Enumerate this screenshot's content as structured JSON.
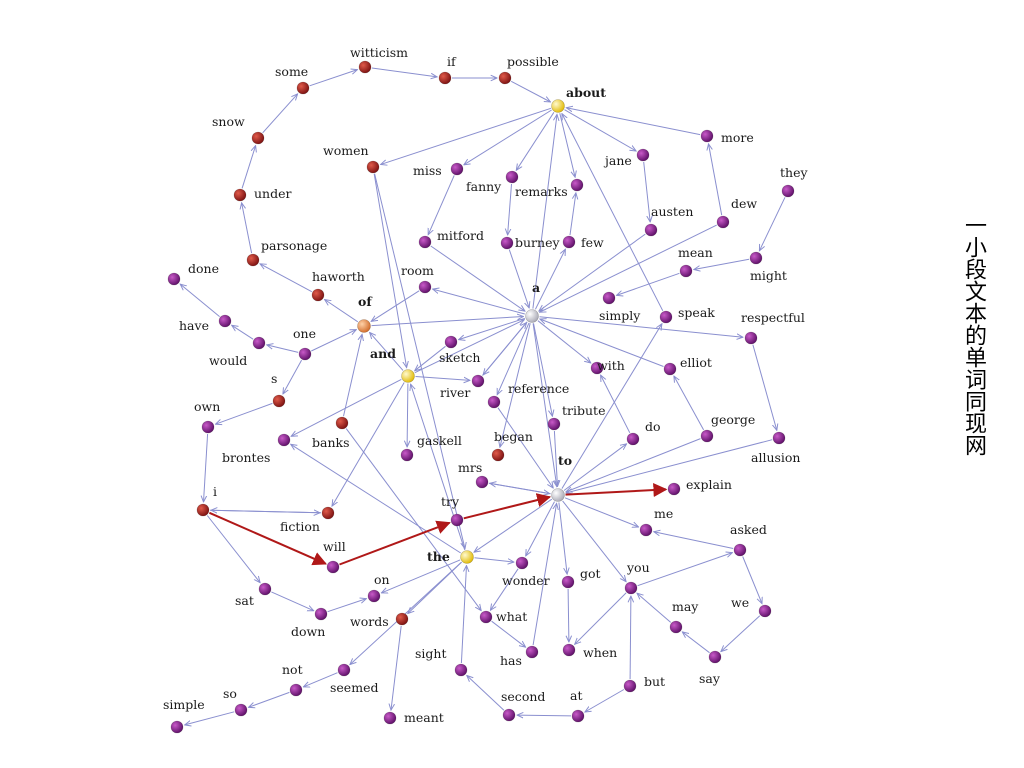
{
  "title": "一小段文本的单词同现网",
  "colors": {
    "edge": "#8a8fcf",
    "edge_highlight": "#b01818",
    "word": "#8a1f8a",
    "name_word": "#a02020",
    "hub_yellow": "#f2d21b",
    "hub_white": "#e8e8ec",
    "hub_orange": "#e8955a"
  },
  "nodes": [
    {
      "id": "witticism",
      "label": "witticism",
      "type": "name"
    },
    {
      "id": "if",
      "label": "if",
      "type": "name"
    },
    {
      "id": "possible",
      "label": "possible",
      "type": "name"
    },
    {
      "id": "about",
      "label": "about",
      "type": "hub_yellow",
      "bold": true
    },
    {
      "id": "some",
      "label": "some",
      "type": "name"
    },
    {
      "id": "snow",
      "label": "snow",
      "type": "name"
    },
    {
      "id": "under",
      "label": "under",
      "type": "name"
    },
    {
      "id": "parsonage",
      "label": "parsonage",
      "type": "name"
    },
    {
      "id": "haworth",
      "label": "haworth",
      "type": "name"
    },
    {
      "id": "women",
      "label": "women",
      "type": "name"
    },
    {
      "id": "miss",
      "label": "miss",
      "type": "word"
    },
    {
      "id": "fanny",
      "label": "fanny",
      "type": "word"
    },
    {
      "id": "remarks",
      "label": "remarks",
      "type": "word"
    },
    {
      "id": "jane",
      "label": "jane",
      "type": "word"
    },
    {
      "id": "more",
      "label": "more",
      "type": "word"
    },
    {
      "id": "they",
      "label": "they",
      "type": "word"
    },
    {
      "id": "dew",
      "label": "dew",
      "type": "word"
    },
    {
      "id": "austen",
      "label": "austen",
      "type": "word"
    },
    {
      "id": "mean",
      "label": "mean",
      "type": "word"
    },
    {
      "id": "might",
      "label": "might",
      "type": "word"
    },
    {
      "id": "mitford",
      "label": "mitford",
      "type": "word"
    },
    {
      "id": "burney",
      "label": "burney",
      "type": "word"
    },
    {
      "id": "few",
      "label": "few",
      "type": "word"
    },
    {
      "id": "done",
      "label": "done",
      "type": "word"
    },
    {
      "id": "room",
      "label": "room",
      "type": "word"
    },
    {
      "id": "a",
      "label": "a",
      "type": "hub_white",
      "bold": true
    },
    {
      "id": "simply",
      "label": "simply",
      "type": "word"
    },
    {
      "id": "speak",
      "label": "speak",
      "type": "word"
    },
    {
      "id": "respectful",
      "label": "respectful",
      "type": "word"
    },
    {
      "id": "of",
      "label": "of",
      "type": "hub_orange",
      "bold": true
    },
    {
      "id": "have",
      "label": "have",
      "type": "word"
    },
    {
      "id": "would",
      "label": "would",
      "type": "word"
    },
    {
      "id": "one",
      "label": "one",
      "type": "word"
    },
    {
      "id": "and",
      "label": "and",
      "type": "hub_yellow",
      "bold": true
    },
    {
      "id": "sketch",
      "label": "sketch",
      "type": "word"
    },
    {
      "id": "river",
      "label": "river",
      "type": "word"
    },
    {
      "id": "with",
      "label": "with",
      "type": "word"
    },
    {
      "id": "elliot",
      "label": "elliot",
      "type": "word"
    },
    {
      "id": "s",
      "label": "s",
      "type": "name"
    },
    {
      "id": "reference",
      "label": "reference",
      "type": "word"
    },
    {
      "id": "tribute",
      "label": "tribute",
      "type": "word"
    },
    {
      "id": "own",
      "label": "own",
      "type": "word"
    },
    {
      "id": "banks",
      "label": "banks",
      "type": "name"
    },
    {
      "id": "brontes",
      "label": "brontes",
      "type": "word"
    },
    {
      "id": "gaskell",
      "label": "gaskell",
      "type": "word"
    },
    {
      "id": "began",
      "label": "began",
      "type": "name"
    },
    {
      "id": "do",
      "label": "do",
      "type": "word"
    },
    {
      "id": "george",
      "label": "george",
      "type": "word"
    },
    {
      "id": "allusion",
      "label": "allusion",
      "type": "word"
    },
    {
      "id": "mrs",
      "label": "mrs",
      "type": "word"
    },
    {
      "id": "to",
      "label": "to",
      "type": "hub_white",
      "bold": true
    },
    {
      "id": "explain",
      "label": "explain",
      "type": "word"
    },
    {
      "id": "i",
      "label": "i",
      "type": "name"
    },
    {
      "id": "try",
      "label": "try",
      "type": "word"
    },
    {
      "id": "fiction",
      "label": "fiction",
      "type": "name"
    },
    {
      "id": "me",
      "label": "me",
      "type": "word"
    },
    {
      "id": "asked",
      "label": "asked",
      "type": "word"
    },
    {
      "id": "will",
      "label": "will",
      "type": "word"
    },
    {
      "id": "the",
      "label": "the",
      "type": "hub_yellow",
      "bold": true
    },
    {
      "id": "wonder",
      "label": "wonder",
      "type": "word"
    },
    {
      "id": "got",
      "label": "got",
      "type": "word"
    },
    {
      "id": "you",
      "label": "you",
      "type": "word"
    },
    {
      "id": "sat",
      "label": "sat",
      "type": "word"
    },
    {
      "id": "on",
      "label": "on",
      "type": "word"
    },
    {
      "id": "may",
      "label": "may",
      "type": "word"
    },
    {
      "id": "we",
      "label": "we",
      "type": "word"
    },
    {
      "id": "down",
      "label": "down",
      "type": "word"
    },
    {
      "id": "words",
      "label": "words",
      "type": "name"
    },
    {
      "id": "what",
      "label": "what",
      "type": "word"
    },
    {
      "id": "when",
      "label": "when",
      "type": "word"
    },
    {
      "id": "say",
      "label": "say",
      "type": "word"
    },
    {
      "id": "not",
      "label": "not",
      "type": "word"
    },
    {
      "id": "sight",
      "label": "sight",
      "type": "word"
    },
    {
      "id": "has",
      "label": "has",
      "type": "word"
    },
    {
      "id": "seemed",
      "label": "seemed",
      "type": "word"
    },
    {
      "id": "but",
      "label": "but",
      "type": "word"
    },
    {
      "id": "so",
      "label": "so",
      "type": "word"
    },
    {
      "id": "second",
      "label": "second",
      "type": "word"
    },
    {
      "id": "at",
      "label": "at",
      "type": "word"
    },
    {
      "id": "simple",
      "label": "simple",
      "type": "word"
    },
    {
      "id": "meant",
      "label": "meant",
      "type": "word"
    }
  ],
  "edges": [
    [
      "witticism",
      "if"
    ],
    [
      "if",
      "possible"
    ],
    [
      "possible",
      "about"
    ],
    [
      "some",
      "witticism"
    ],
    [
      "snow",
      "some"
    ],
    [
      "under",
      "snow"
    ],
    [
      "parsonage",
      "under"
    ],
    [
      "haworth",
      "parsonage"
    ],
    [
      "of",
      "haworth"
    ],
    [
      "about",
      "women"
    ],
    [
      "about",
      "miss"
    ],
    [
      "about",
      "fanny"
    ],
    [
      "about",
      "remarks"
    ],
    [
      "about",
      "jane"
    ],
    [
      "more",
      "about"
    ],
    [
      "jane",
      "austen"
    ],
    [
      "dew",
      "more"
    ],
    [
      "they",
      "might"
    ],
    [
      "might",
      "mean"
    ],
    [
      "mean",
      "simply"
    ],
    [
      "miss",
      "mitford"
    ],
    [
      "fanny",
      "burney"
    ],
    [
      "few",
      "remarks"
    ],
    [
      "a",
      "few"
    ],
    [
      "a",
      "room"
    ],
    [
      "a",
      "about"
    ],
    [
      "austen",
      "a"
    ],
    [
      "dew",
      "a"
    ],
    [
      "a",
      "respectful"
    ],
    [
      "respectful",
      "allusion"
    ],
    [
      "allusion",
      "to"
    ],
    [
      "speak",
      "about"
    ],
    [
      "to",
      "speak"
    ],
    [
      "a",
      "sketch"
    ],
    [
      "a",
      "river"
    ],
    [
      "a",
      "reference"
    ],
    [
      "a",
      "tribute"
    ],
    [
      "a",
      "with"
    ],
    [
      "elliot",
      "a"
    ],
    [
      "and",
      "a"
    ],
    [
      "room",
      "of"
    ],
    [
      "of",
      "a"
    ],
    [
      "one",
      "of"
    ],
    [
      "would",
      "have"
    ],
    [
      "have",
      "done"
    ],
    [
      "one",
      "would"
    ],
    [
      "one",
      "s"
    ],
    [
      "s",
      "own"
    ],
    [
      "own",
      "i"
    ],
    [
      "women",
      "and"
    ],
    [
      "and",
      "of"
    ],
    [
      "and",
      "brontes"
    ],
    [
      "and",
      "gaskell"
    ],
    [
      "and",
      "fiction"
    ],
    [
      "banks",
      "of"
    ],
    [
      "mitford",
      "a"
    ],
    [
      "burney",
      "a"
    ],
    [
      "a",
      "began"
    ],
    [
      "do",
      "with"
    ],
    [
      "george",
      "elliot"
    ],
    [
      "george",
      "to"
    ],
    [
      "to",
      "mrs"
    ],
    [
      "to",
      "explain"
    ],
    [
      "mrs",
      "to"
    ],
    [
      "to",
      "do"
    ],
    [
      "i",
      "will"
    ],
    [
      "will",
      "try"
    ],
    [
      "try",
      "to"
    ],
    [
      "i",
      "sat"
    ],
    [
      "fiction",
      "i"
    ],
    [
      "i",
      "fiction"
    ],
    [
      "to",
      "me"
    ],
    [
      "asked",
      "me"
    ],
    [
      "you",
      "asked"
    ],
    [
      "asked",
      "we"
    ],
    [
      "we",
      "say"
    ],
    [
      "say",
      "may"
    ],
    [
      "may",
      "you"
    ],
    [
      "to",
      "wonder"
    ],
    [
      "to",
      "got"
    ],
    [
      "got",
      "when"
    ],
    [
      "to",
      "you"
    ],
    [
      "you",
      "when"
    ],
    [
      "but",
      "you"
    ],
    [
      "but",
      "at"
    ],
    [
      "at",
      "second"
    ],
    [
      "second",
      "sight"
    ],
    [
      "sight",
      "the"
    ],
    [
      "to",
      "the"
    ],
    [
      "the",
      "wonder"
    ],
    [
      "wonder",
      "what"
    ],
    [
      "what",
      "has"
    ],
    [
      "banks",
      "what"
    ],
    [
      "the",
      "on"
    ],
    [
      "the",
      "words"
    ],
    [
      "the",
      "seemed"
    ],
    [
      "words",
      "meant"
    ],
    [
      "sat",
      "down"
    ],
    [
      "down",
      "on"
    ],
    [
      "seemed",
      "not"
    ],
    [
      "not",
      "so"
    ],
    [
      "so",
      "simple"
    ],
    [
      "the",
      "brontes"
    ],
    [
      "reference",
      "to"
    ],
    [
      "tribute",
      "to"
    ],
    [
      "and",
      "river"
    ],
    [
      "sketch",
      "and"
    ],
    [
      "the",
      "and"
    ],
    [
      "a",
      "to"
    ],
    [
      "river",
      "a"
    ],
    [
      "has",
      "to"
    ],
    [
      "to",
      "explain"
    ],
    [
      "women",
      "the"
    ]
  ],
  "highlight_edges": [
    [
      "i",
      "will"
    ],
    [
      "will",
      "try"
    ],
    [
      "try",
      "to"
    ],
    [
      "to",
      "explain"
    ]
  ]
}
